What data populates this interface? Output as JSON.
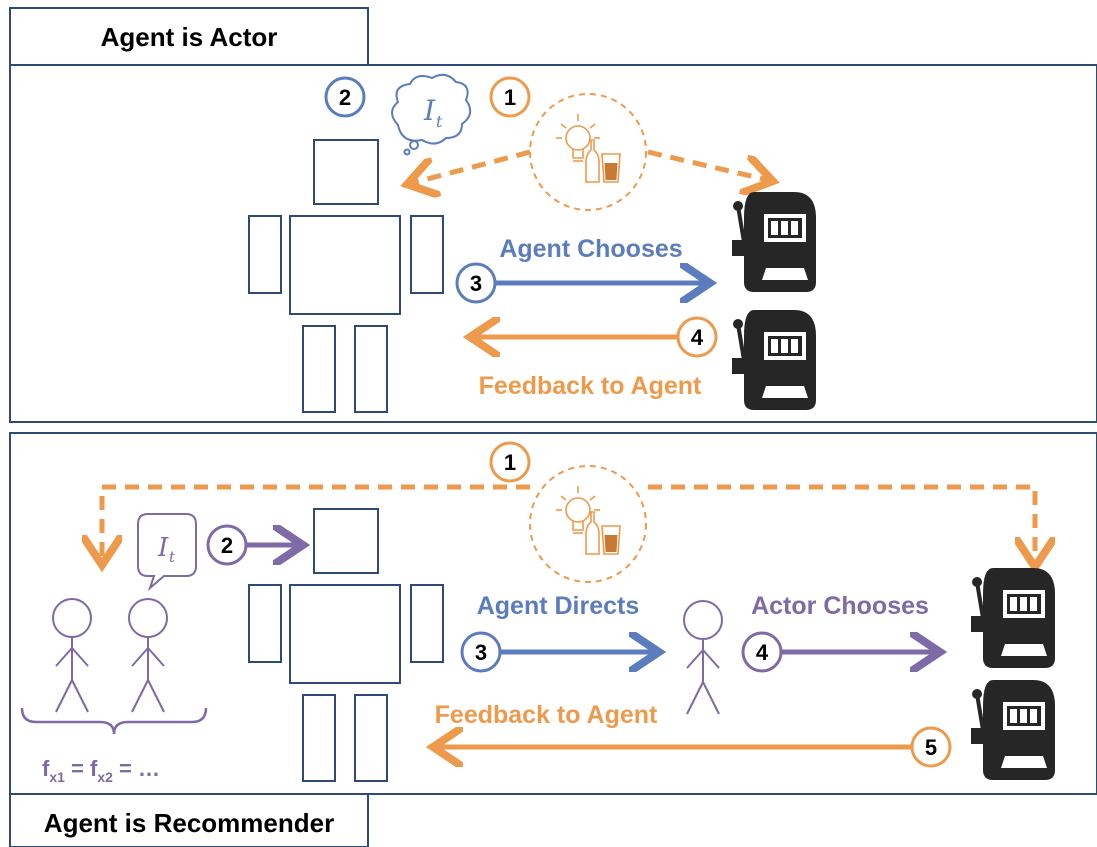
{
  "panels": {
    "top": {
      "title": "Agent is Actor",
      "steps": [
        "1",
        "2",
        "3",
        "4"
      ],
      "context_var": "I",
      "context_sub": "t",
      "arrow_choose": "Agent Chooses",
      "arrow_feedback": "Feedback to Agent"
    },
    "bottom": {
      "title": "Agent is Recommender",
      "steps": [
        "1",
        "2",
        "3",
        "4",
        "5"
      ],
      "context_var": "I",
      "context_sub": "t",
      "arrow_directs": "Agent Directs",
      "arrow_actor_chooses": "Actor Chooses",
      "arrow_feedback": "Feedback to Agent",
      "formula": {
        "f1": "f",
        "f1_sub": "x1",
        "eq1": " = ",
        "f2": "f",
        "f2_sub": "x2",
        "eq2": " = …"
      }
    }
  },
  "colors": {
    "blue": "#5b7dbd",
    "orange": "#ee9a4d",
    "purple": "#7e6aa6",
    "navy": "#2f4a78",
    "machine": "#262626"
  },
  "icons": [
    "robot-icon",
    "light-bulb-icon",
    "bottle-icon",
    "glass-icon",
    "slot-machine-icon",
    "thought-bubble-icon",
    "speech-bubble-icon",
    "stick-figure-icon"
  ]
}
